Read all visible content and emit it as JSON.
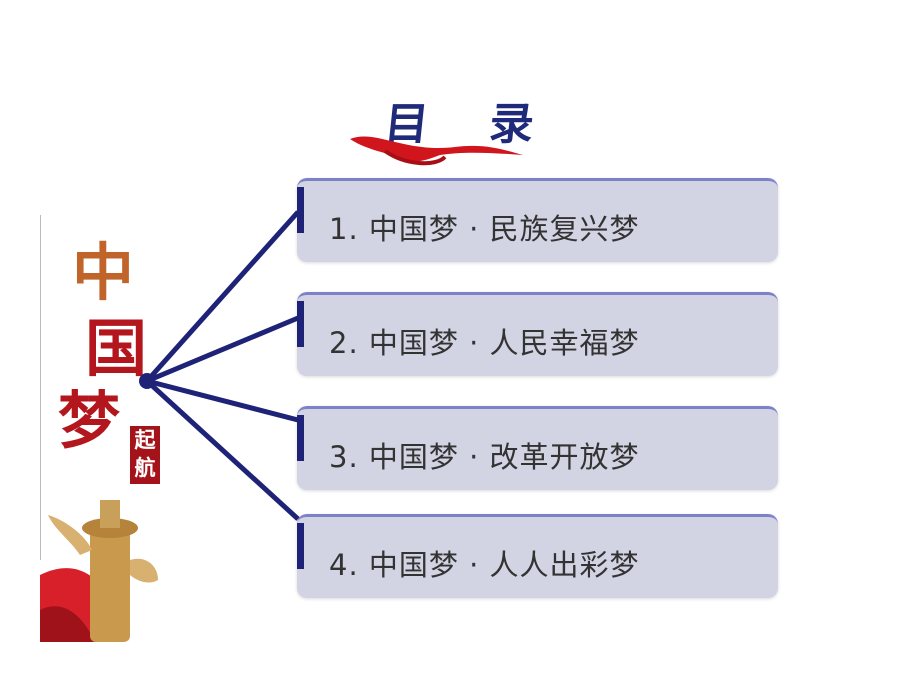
{
  "title": {
    "char1": "目",
    "char2": "录"
  },
  "left_panel": {
    "calligraphy": [
      "中",
      "国",
      "梦"
    ],
    "badge": [
      "起",
      "航"
    ]
  },
  "items": [
    {
      "label": "1. 中国梦 · 民族复兴梦"
    },
    {
      "label": "2. 中国梦 · 人民幸福梦"
    },
    {
      "label": "3. 中国梦 · 改革开放梦"
    },
    {
      "label": "4. 中国梦 · 人人出彩梦"
    }
  ],
  "colors": {
    "navy": "#1e2378",
    "box": "#d2d3e3",
    "red": "#b3161c"
  }
}
